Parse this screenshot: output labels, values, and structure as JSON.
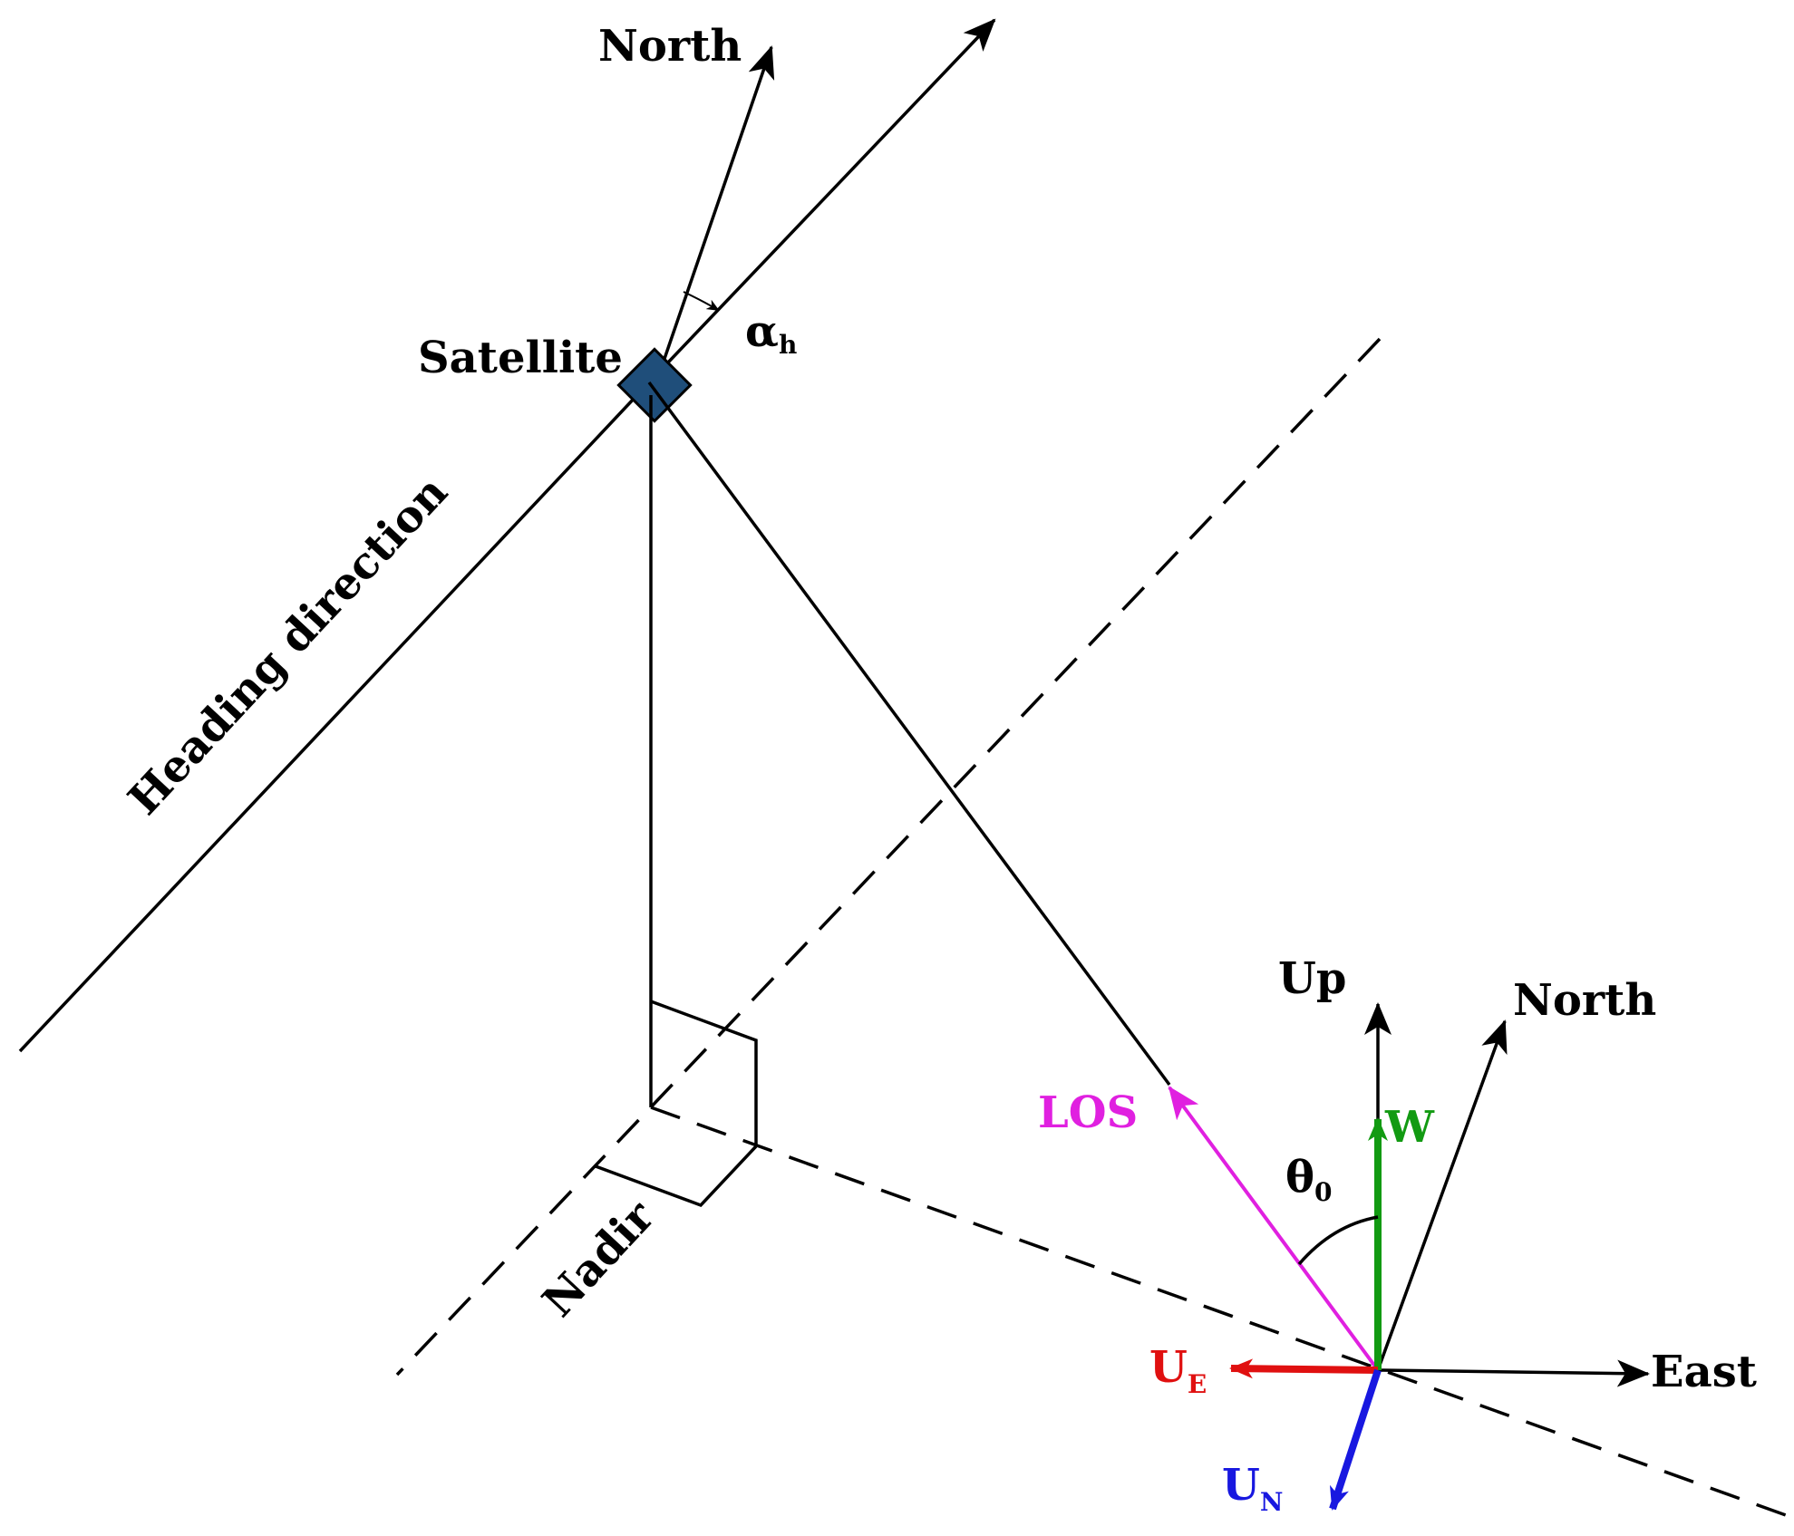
{
  "labels": {
    "north_top": "North",
    "satellite": "Satellite",
    "alpha": "α",
    "alpha_sub": "h",
    "heading": "Heading direction",
    "nadir": "Nadir",
    "up": "Up",
    "north_bottom": "North",
    "east": "East",
    "los": "LOS",
    "w": "W",
    "theta": "θ",
    "theta_sub": "0",
    "ue": "U",
    "ue_sub": "E",
    "un": "U",
    "un_sub": "N"
  },
  "colors": {
    "black": "#000000",
    "satellite": "#1f4e7a",
    "los": "#e020e0",
    "w": "#129a12",
    "ue": "#e01010",
    "un": "#1818e0"
  }
}
